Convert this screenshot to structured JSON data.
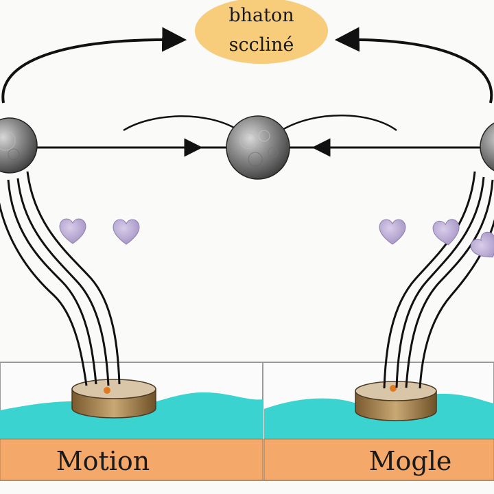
{
  "header": {
    "line1": "bhaton",
    "line2": "sccliné",
    "bubble_color": "#f7cd7c"
  },
  "panels": [
    {
      "label": "Motion",
      "water_color": "#3ad3d0",
      "band_color": "#f4a86a"
    },
    {
      "label": "Mogle",
      "water_color": "#3ad3d0",
      "band_color": "#f4a86a"
    }
  ],
  "colors": {
    "sphere": "#8a8a8a",
    "heart": "#b7a9d1",
    "base_top": "#d6c3a6",
    "base_side": "#9b7b4d",
    "line": "#111111"
  },
  "icons": {
    "sphere": "sphere-icon",
    "heart": "heart-icon",
    "arrow": "arrow-head-icon"
  }
}
